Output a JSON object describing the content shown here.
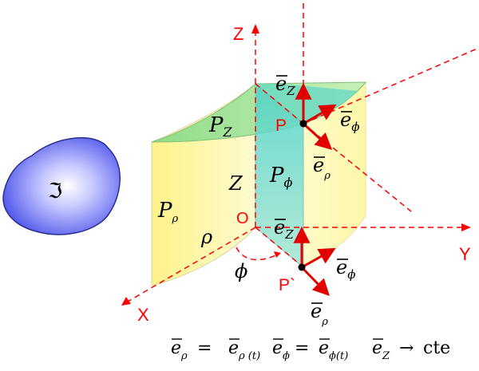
{
  "colors": {
    "axis": "#ff0000",
    "yellow": "#fdf59a",
    "green": "#a8e39a",
    "teal": "#66d6c8",
    "blob": "#5b62f0",
    "vector": "#e00000"
  },
  "axes": {
    "z": "Z",
    "y": "Y",
    "x": "X",
    "origin": "O"
  },
  "points": {
    "p": "P",
    "p_prime": "P`"
  },
  "region_symbol": "ℑ",
  "surfaces": {
    "pz": {
      "main": "P",
      "sub": "Z"
    },
    "pphi": {
      "main": "P",
      "sub": "ϕ"
    },
    "prho": {
      "main": "P",
      "sub": "ρ"
    }
  },
  "variables": {
    "z": "Z",
    "rho": "ρ",
    "phi": "ϕ"
  },
  "vectors": {
    "ez_top": {
      "main": "e",
      "sub": "Z"
    },
    "ephi_top": {
      "main": "e",
      "sub": "ϕ"
    },
    "erho_top": {
      "main": "e",
      "sub": "ρ"
    },
    "ez_bottom": {
      "main": "e",
      "sub": "Z"
    },
    "ephi_bottom": {
      "main": "e",
      "sub": "ϕ"
    },
    "erho_bottom": {
      "main": "e",
      "sub": "ρ"
    }
  },
  "equations": {
    "eq1": {
      "lhs_main": "e",
      "lhs_sub": "ρ",
      "eq": "=",
      "rhs_main": "e",
      "rhs_sub": "ρ (t)"
    },
    "eq2": {
      "lhs_main": "e",
      "lhs_sub": "ϕ",
      "eq": "=",
      "rhs_main": "e",
      "rhs_sub": "ϕ(t)"
    },
    "eq3": {
      "lhs_main": "e",
      "lhs_sub": "Z",
      "arrow": "→",
      "rhs": "cte"
    }
  }
}
